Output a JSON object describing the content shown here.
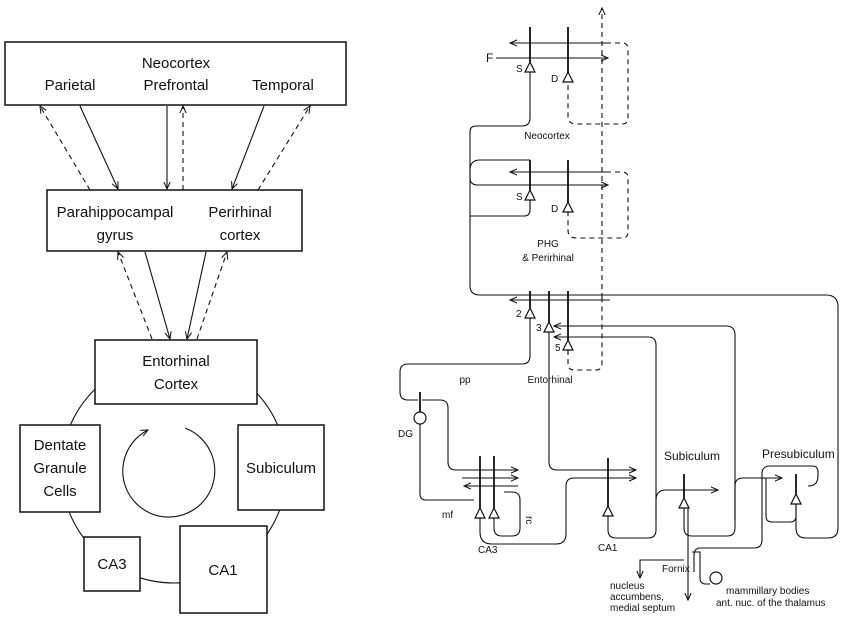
{
  "left_panel": {
    "neocortex": {
      "title": "Neocortex",
      "parietal": "Parietal",
      "prefrontal": "Prefrontal",
      "temporal": "Temporal"
    },
    "parahippocampal": {
      "line1": "Parahippocampal",
      "line2": "gyrus"
    },
    "perirhinal": {
      "line1": "Perirhinal",
      "line2": "cortex"
    },
    "entorhinal": {
      "line1": "Entorhinal",
      "line2": "Cortex"
    },
    "dentate": {
      "line1": "Dentate",
      "line2": "Granule",
      "line3": "Cells"
    },
    "subiculum": "Subiculum",
    "ca3": "CA3",
    "ca1": "CA1"
  },
  "right_panel": {
    "f_label": "F",
    "s_label": "S",
    "d_label": "D",
    "neocortex": "Neocortex",
    "phg": {
      "line1": "PHG",
      "line2": "& Perirhinal"
    },
    "layer2": "2",
    "layer3": "3",
    "layer5": "5",
    "pp": "pp",
    "entorhinal": "Entorhinal",
    "dg": "DG",
    "mf": "mf",
    "rc": "rc",
    "ca3": "CA3",
    "ca1": "CA1",
    "subiculum": "Subiculum",
    "presubiculum": "Presubiculum",
    "fornix": "Fornix",
    "nucleus": {
      "line1": "nucleus",
      "line2": "accumbens,",
      "line3": "medial septum"
    },
    "mammillary": {
      "line1": "mammillary bodies",
      "line2": "ant. nuc. of the thalamus"
    }
  }
}
